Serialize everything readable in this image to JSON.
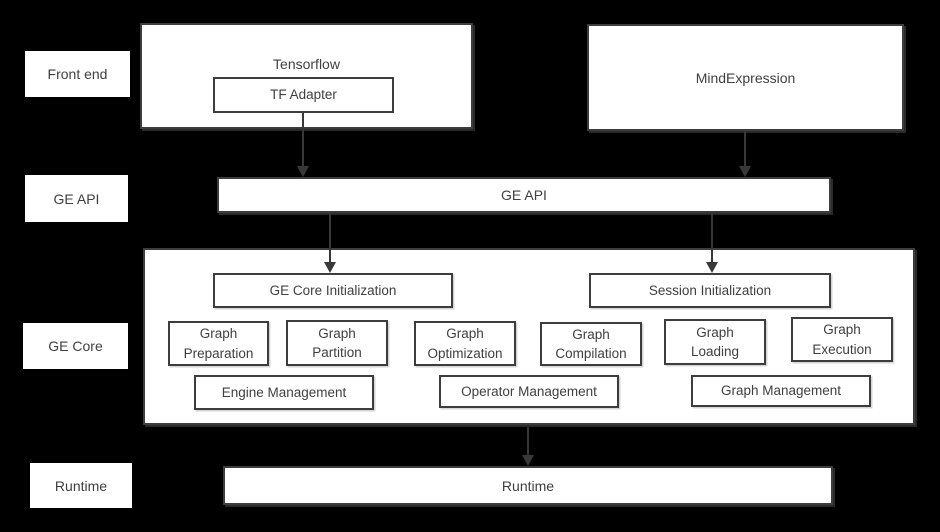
{
  "colors": {
    "background": "#000000",
    "box_fill": "#ffffff",
    "border": "#3d3d3d",
    "text": "#404040",
    "arrow": "#383838"
  },
  "row_labels": {
    "front_end": "Front end",
    "ge_api": "GE API",
    "ge_core": "GE Core",
    "runtime": "Runtime"
  },
  "front_end": {
    "tensorflow_title": "Tensorflow",
    "tf_adapter_label": "TF Adapter",
    "mindexpression_label": "MindExpression"
  },
  "ge_api_bar": {
    "label": "GE API"
  },
  "ge_core": {
    "init_boxes": [
      {
        "label": "GE Core Initialization"
      },
      {
        "label": "Session Initialization"
      }
    ],
    "stages": [
      {
        "line1": "Graph",
        "line2": "Preparation"
      },
      {
        "line1": "Graph",
        "line2": "Partition"
      },
      {
        "line1": "Graph",
        "line2": "Optimization"
      },
      {
        "line1": "Graph",
        "line2": "Compilation"
      },
      {
        "line1": "Graph",
        "line2": "Loading"
      },
      {
        "line1": "Graph",
        "line2": "Execution"
      }
    ],
    "management_boxes": [
      {
        "label": "Engine Management"
      },
      {
        "label": "Operator Management"
      },
      {
        "label": "Graph Management"
      }
    ]
  },
  "runtime_bar": {
    "label": "Runtime"
  }
}
